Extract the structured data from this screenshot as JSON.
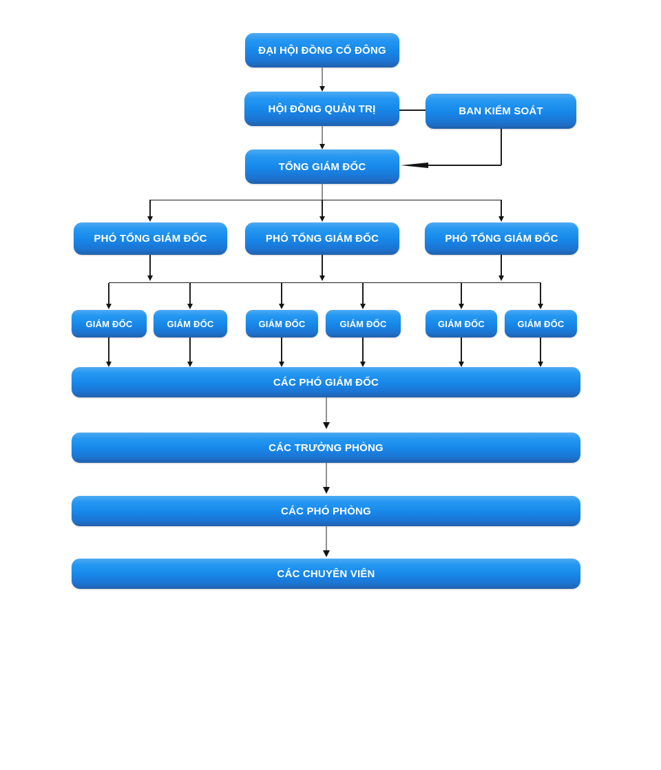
{
  "chart": {
    "type": "org-chart",
    "nodes": {
      "shareholders_meeting": "ĐẠI HỘI ĐỒNG CỔ ĐÔNG",
      "board_of_directors": "HỘI ĐỒNG QUẢN TRỊ",
      "supervisory_board": "BAN KIỂM SOÁT",
      "general_director": "TỔNG GIÁM ĐỐC",
      "deputy_general_directors": [
        "PHÓ TỔNG GIÁM ĐỐC",
        "PHÓ TỔNG GIÁM ĐỐC",
        "PHÓ TỔNG GIÁM ĐỐC"
      ],
      "directors": [
        "GIÁM ĐỐC",
        "GIÁM ĐỐC",
        "GIÁM ĐỐC",
        "GIÁM ĐỐC",
        "GIÁM ĐỐC",
        "GIÁM ĐỐC"
      ],
      "deputy_directors_bar": "CÁC PHÓ GIÁM ĐỐC",
      "department_heads_bar": "CÁC TRƯỞNG PHÒNG",
      "deputy_department_heads_bar": "CÁC PHÓ PHÒNG",
      "specialists_bar": "CÁC CHUYÊN VIÊN"
    },
    "colors": {
      "box_gradient_top": "#4faaf1",
      "box_gradient_mid": "#1688ea",
      "box_gradient_bottom": "#2161ac",
      "box_text": "#ffffff",
      "connector_black": "#141414",
      "connector_gray": "#8f8f8f",
      "background": "#ffffff"
    }
  }
}
